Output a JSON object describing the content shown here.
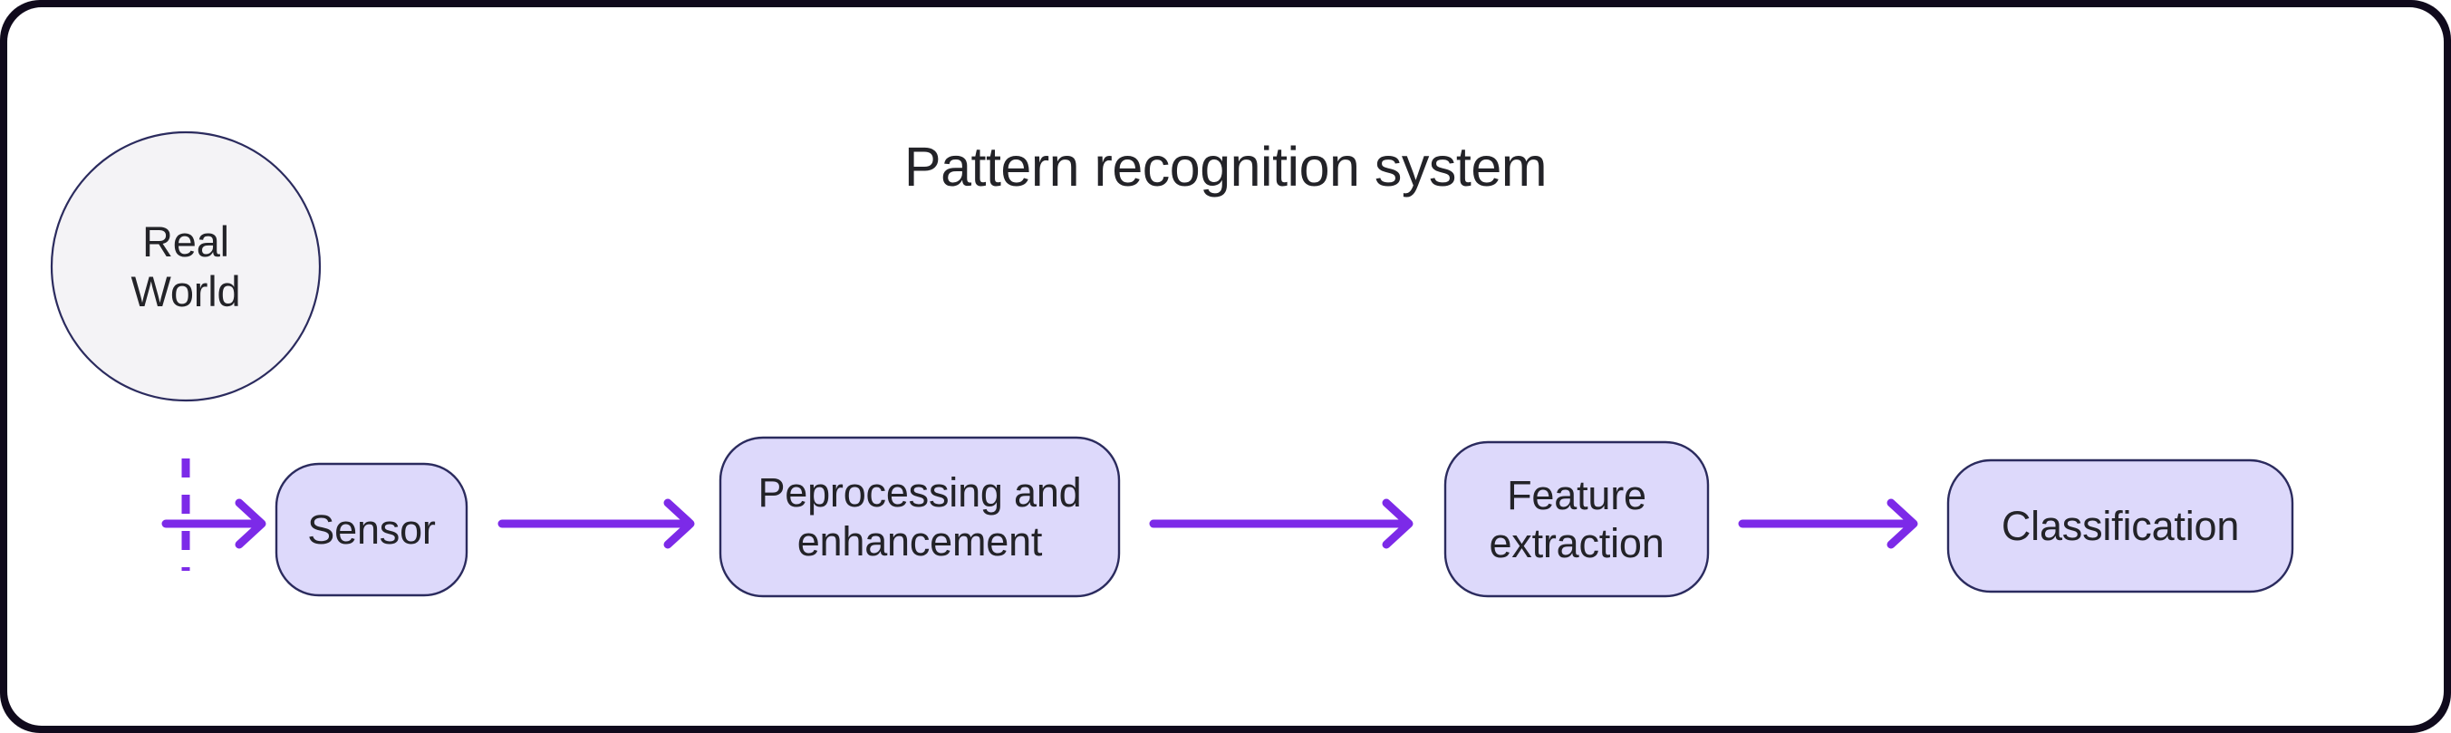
{
  "diagram": {
    "title": "Pattern recognition system",
    "source_node": {
      "id": "real-world",
      "label": "Real\nWorld",
      "shape": "circle",
      "fill": "#f4f3f6",
      "stroke": "#2b2b5e"
    },
    "nodes": [
      {
        "id": "sensor",
        "label": "Sensor",
        "shape": "rounded-rect",
        "fill": "#ddd9fb",
        "stroke": "#2b2b5e"
      },
      {
        "id": "preprocessing",
        "label": "Peprocessing and\nenhancement",
        "shape": "rounded-rect",
        "fill": "#ddd9fb",
        "stroke": "#2b2b5e"
      },
      {
        "id": "feature-extraction",
        "label": "Feature\nextraction",
        "shape": "rounded-rect",
        "fill": "#ddd9fb",
        "stroke": "#2b2b5e"
      },
      {
        "id": "classification",
        "label": "Classification",
        "shape": "rounded-rect",
        "fill": "#ddd9fb",
        "stroke": "#2b2b5e"
      }
    ],
    "edges": [
      {
        "id": "edge-world-sensor",
        "from": "real-world",
        "to": "sensor",
        "style": "solid-arrow",
        "color": "#7c2ae8"
      },
      {
        "id": "edge-sensor-preprocessing",
        "from": "sensor",
        "to": "preprocessing",
        "style": "solid-arrow",
        "color": "#7c2ae8"
      },
      {
        "id": "edge-preprocessing-feature",
        "from": "preprocessing",
        "to": "feature-extraction",
        "style": "solid-arrow",
        "color": "#7c2ae8"
      },
      {
        "id": "edge-feature-classification",
        "from": "feature-extraction",
        "to": "classification",
        "style": "solid-arrow",
        "color": "#7c2ae8"
      }
    ],
    "boundary": {
      "id": "system-boundary",
      "style": "dashed-vertical-line",
      "color": "#7c2ae8"
    },
    "colors": {
      "accent": "#7c2ae8",
      "node_fill": "#ddd9fb",
      "node_stroke": "#2b2b5e",
      "source_fill": "#f4f3f6",
      "text": "#232328",
      "frame": "#100a1c",
      "canvas": "#ffffff"
    }
  }
}
